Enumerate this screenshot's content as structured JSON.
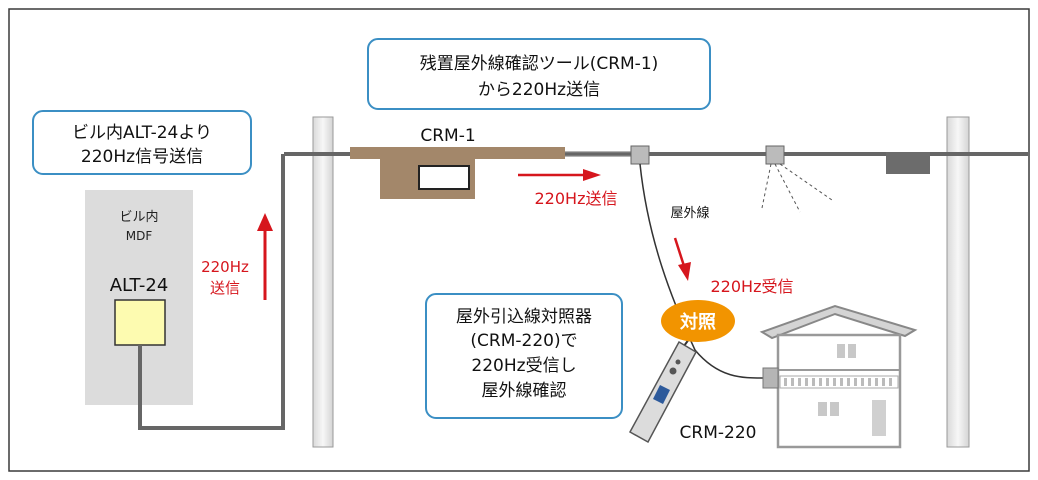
{
  "callouts": {
    "building_alt24": {
      "line1": "ビル内ALT-24より",
      "line2": "220Hz信号送信"
    },
    "crm1_tool": {
      "line1": "残置屋外線確認ツール(CRM-1)",
      "line2": "から220Hz送信"
    },
    "crm220_tool": {
      "line1": "屋外引込線対照器",
      "line2": "(CRM-220)で",
      "line3": "220Hz受信し",
      "line4": "屋外線確認"
    }
  },
  "labels": {
    "mdf_line1": "ビル内",
    "mdf_line2": "MDF",
    "alt24": "ALT-24",
    "crm1": "CRM-1",
    "outdoor_line": "屋外線",
    "crm220": "CRM-220",
    "taisho_badge": "対照"
  },
  "signals": {
    "vertical_send_line1": "220Hz",
    "vertical_send_line2": "送信",
    "crm1_send": "220Hz送信",
    "receive": "220Hz受信"
  },
  "colors": {
    "frame": "#3a3a3a",
    "callout_border": "#3b8fc4",
    "signal_red": "#d6161d",
    "cable": "#666666",
    "crm1_body": "#a3876a",
    "mdf_panel": "#dcdcdc",
    "alt24_unit": "#fdfbb0",
    "badge": "#f29400",
    "pole": "#eeeeee"
  }
}
